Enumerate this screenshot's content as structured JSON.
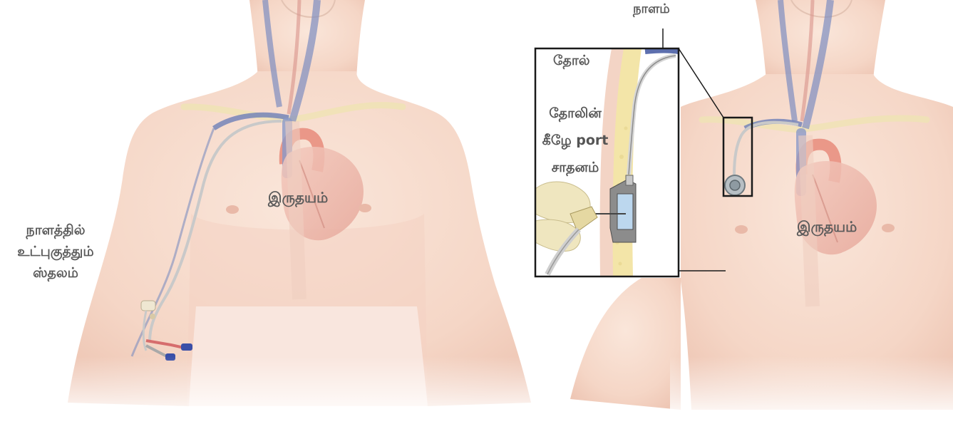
{
  "labels": {
    "insertion_site": [
      "நாளத்தில்",
      "உட்புகுத்தும்",
      "ஸ்தலம்"
    ],
    "heart_left": "இருதயம்",
    "heart_right": "இருதயம்",
    "vein": "நாளம்",
    "skin": "தோல்",
    "port_device": [
      "தோலின்",
      "கீழே port",
      "சாதனம்"
    ]
  },
  "colors": {
    "skin": "#f6ddd0",
    "skin_shadow": "#e9c2b2",
    "vein": "#6d7fb8",
    "artery": "#d98b86",
    "bone": "#f1e6b8",
    "tissue_yellow": "#f3e5a8",
    "catheter": "#e6e6e6",
    "inset_border": "#1a1a1a",
    "label_text": "#5a5a5a"
  }
}
